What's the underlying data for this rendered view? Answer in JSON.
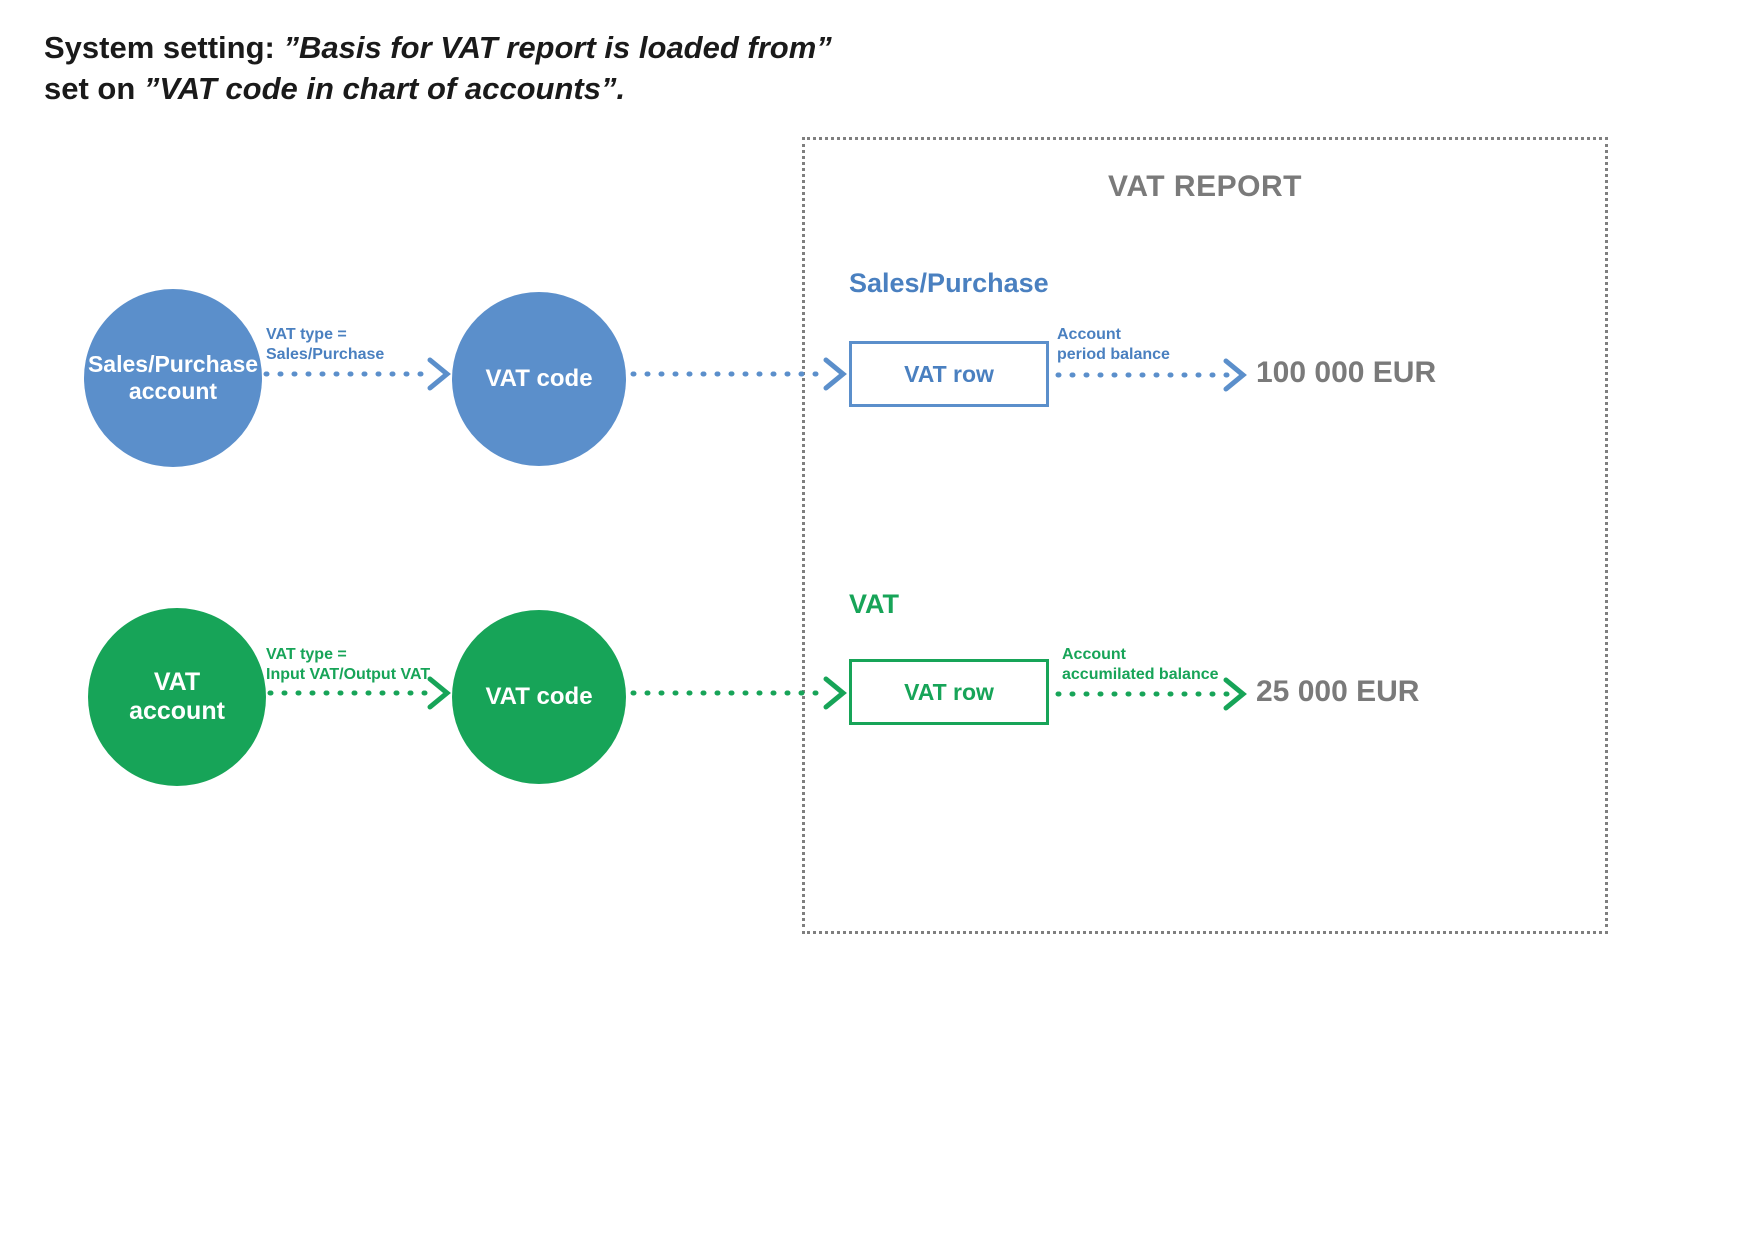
{
  "title": {
    "line1_bold": "System setting:",
    "line1_italic": "”Basis for VAT report is loaded from”",
    "line2_plain": "set on",
    "line2_italic": "”VAT code in chart of accounts”."
  },
  "colors": {
    "blue": "#5B8FCB",
    "blue_text": "#4A80C0",
    "green": "#17A458",
    "gray": "#7a7a7a",
    "border_gray": "#7f7f7f"
  },
  "report": {
    "title": "VAT REPORT",
    "sections": [
      {
        "heading": "Sales/Purchase",
        "row_label": "VAT row",
        "balance_label_line1": "Account",
        "balance_label_line2": "period balance",
        "amount": "100 000 EUR",
        "color": "#4A80C0"
      },
      {
        "heading": "VAT",
        "row_label": "VAT row",
        "balance_label_line1": "Account",
        "balance_label_line2": "accumilated balance",
        "amount": "25 000 EUR",
        "color": "#17A458"
      }
    ]
  },
  "flows": [
    {
      "source_line1": "Sales/Purchase",
      "source_line2": "account",
      "edge_label_line1": "VAT type =",
      "edge_label_line2": "Sales/Purchase",
      "target": "VAT code",
      "color": "#5B8FCB"
    },
    {
      "source_line1": "VAT",
      "source_line2": "account",
      "edge_label_line1": "VAT type =",
      "edge_label_line2": "Input VAT/Output VAT",
      "target": "VAT code",
      "color": "#17A458"
    }
  ]
}
